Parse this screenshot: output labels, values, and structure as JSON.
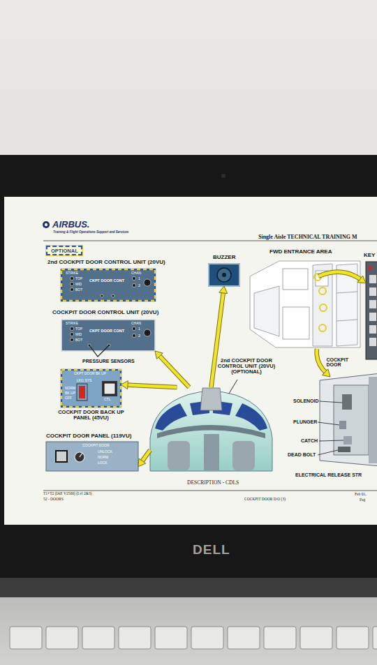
{
  "diagram": {
    "nodes": [
      {
        "text": [
          "OPTIONAL"
        ]
      },
      {
        "text": [
          "2nd COCKPIT DOOR CONTROL UNIT (20VU)",
          "STRIKE",
          "TOP",
          "MID",
          "BOT",
          "CKPT DOOR CONT",
          "CHAN",
          "1",
          "2"
        ]
      },
      {
        "text": [
          "COCKPIT DOOR CONTROL UNIT (20VU)",
          "STRIKE",
          "TOP",
          "MID",
          "BOT",
          "CKPT DOOR CONT",
          "CHAN",
          "1",
          "2"
        ]
      },
      {
        "text": [
          "CKPT DOOR BK UP",
          "LKG SYS",
          "NORM",
          "BK UP",
          "OFF",
          "CTL",
          "COCKPIT DOOR BACK UP PANEL (45VU)"
        ]
      },
      {
        "text": [
          "COCKPIT DOOR PANEL (119VU)",
          "COCKPIT DOOR",
          "UNLOCK",
          "NORM",
          "LOCK"
        ]
      },
      {
        "text": [
          "BUZZER"
        ]
      },
      {
        "text": [
          "FWD ENTRANCE AREA"
        ]
      },
      {
        "text": [
          "KEY"
        ]
      },
      {
        "text": [
          "2nd COCKPIT DOOR CONTROL UNIT (20VU) (OPTIONAL)"
        ]
      },
      {
        "text": [
          "ELECTRICAL RELEASE STR"
        ]
      }
    ],
    "edges": [
      {
        "from": 8,
        "to": 2,
        "arrow": "to"
      },
      {
        "from": 8,
        "to": 3,
        "arrow": "to"
      },
      {
        "from": 8,
        "to": 5,
        "arrow": "to"
      },
      {
        "from": 8,
        "to": 4,
        "arrow": "to"
      },
      {
        "from": 6,
        "to": 7,
        "arrow": "to"
      },
      {
        "from": 6,
        "to": 9,
        "label": "COCKPIT DOOR",
        "arrow": "to"
      }
    ],
    "labels": [
      "AIRBUS.",
      "Training & Flight Operations Support and Services",
      "Single Aisle TECHNICAL TRAINING M",
      "PRESSURE SENSORS",
      "SOLENOID",
      "PLUNGER",
      "CATCH",
      "DEAD BOLT",
      "DESCRIPTION - CDLS",
      "T1+T2 (IAE V2500) (Lvl 2&3)",
      "52 - DOORS",
      "COCKPIT DOOR D/O (3)",
      "Feb 01,",
      "Pag",
      "DELL"
    ]
  }
}
